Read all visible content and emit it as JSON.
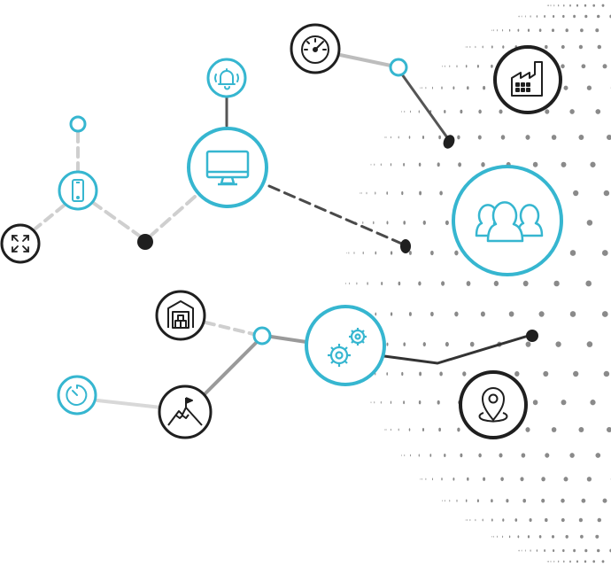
{
  "colors": {
    "accent": "#36b6d0",
    "dark": "#1f1f1f",
    "line_light": "#cfcfcf",
    "line_mid": "#9a9a9a",
    "line_dark": "#4a4a4a",
    "globe_dots": "#8a8a8a"
  },
  "nodes": [
    {
      "id": "speedometer",
      "icon": "speedometer-icon",
      "style": "dark"
    },
    {
      "id": "factory",
      "icon": "factory-icon",
      "style": "dark"
    },
    {
      "id": "alarm-bell",
      "icon": "bell-icon",
      "style": "accent"
    },
    {
      "id": "monitor",
      "icon": "monitor-icon",
      "style": "accent"
    },
    {
      "id": "smartphone",
      "icon": "smartphone-icon",
      "style": "accent"
    },
    {
      "id": "expand",
      "icon": "expand-icon",
      "style": "dark"
    },
    {
      "id": "users",
      "icon": "users-group-icon",
      "style": "accent"
    },
    {
      "id": "warehouse",
      "icon": "warehouse-icon",
      "style": "dark"
    },
    {
      "id": "gears",
      "icon": "gears-icon",
      "style": "accent"
    },
    {
      "id": "timer",
      "icon": "timer-icon",
      "style": "accent"
    },
    {
      "id": "mountain-flag",
      "icon": "mountain-flag-icon",
      "style": "dark"
    },
    {
      "id": "location",
      "icon": "location-pin-icon",
      "style": "dark"
    }
  ]
}
